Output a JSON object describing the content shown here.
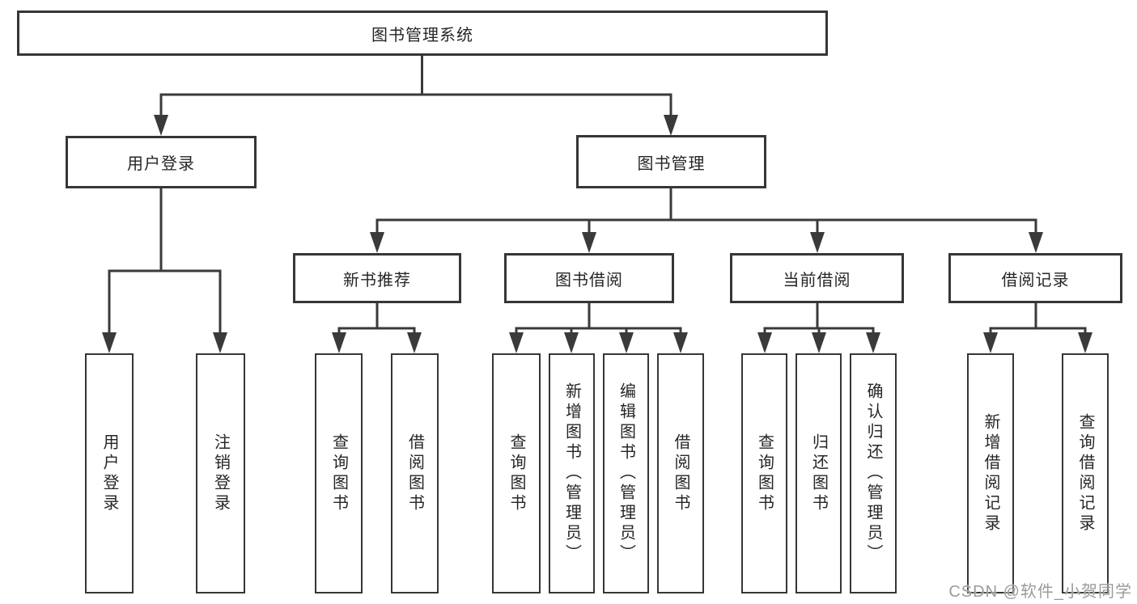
{
  "root": {
    "label": "图书管理系统"
  },
  "branches": [
    {
      "label": "用户登录",
      "children": [
        {
          "label": "用户登录"
        },
        {
          "label": "注销登录"
        }
      ]
    },
    {
      "label": "图书管理",
      "children": [
        {
          "label": "新书推荐",
          "children": [
            {
              "label": "查询图书"
            },
            {
              "label": "借阅图书"
            }
          ]
        },
        {
          "label": "图书借阅",
          "children": [
            {
              "label": "查询图书"
            },
            {
              "label": "新增图书（管理员）"
            },
            {
              "label": "编辑图书（管理员）"
            },
            {
              "label": "借阅图书"
            }
          ]
        },
        {
          "label": "当前借阅",
          "children": [
            {
              "label": "查询图书"
            },
            {
              "label": "归还图书"
            },
            {
              "label": "确认归还（管理员）"
            }
          ]
        },
        {
          "label": "借阅记录",
          "children": [
            {
              "label": "新增借阅记录"
            },
            {
              "label": "查询借阅记录"
            }
          ]
        }
      ]
    }
  ],
  "watermark": {
    "text": "CSDN @软件_小贺同学"
  },
  "colors": {
    "line": "#3a3a3a",
    "box_border": "#363636",
    "text": "#262626",
    "watermark": "#9b9b9b",
    "background": "#ffffff"
  }
}
